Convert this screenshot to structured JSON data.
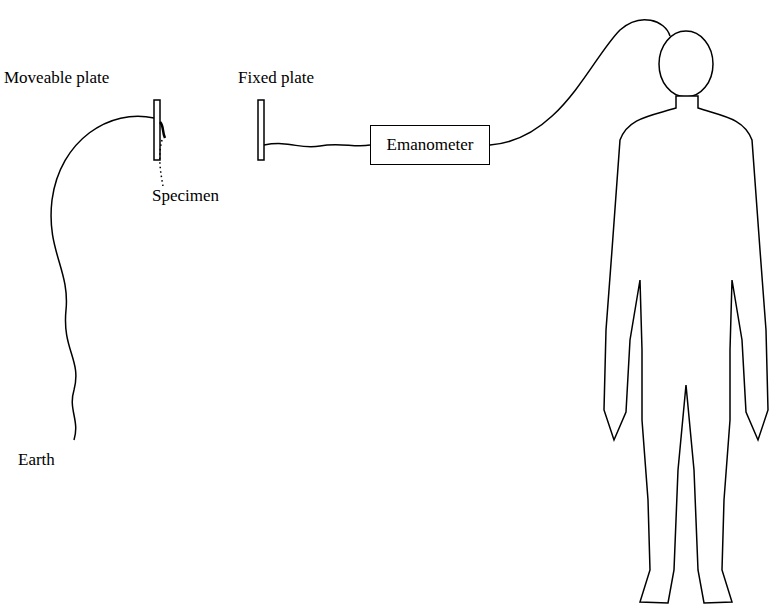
{
  "diagram": {
    "nodes": [
      {
        "text": [
          "Emanometer"
        ]
      }
    ],
    "labels": [
      "Moveable plate",
      "Fixed plate",
      "Specimen",
      "Earth"
    ]
  }
}
